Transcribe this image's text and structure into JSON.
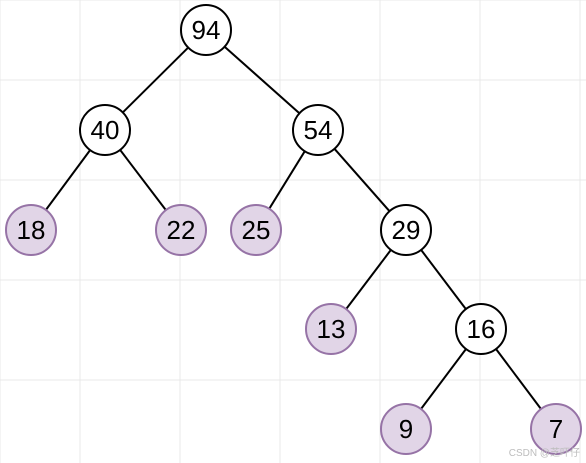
{
  "tree": {
    "colors": {
      "internal_fill": "#ffffff",
      "leaf_fill": "#e1d5e7",
      "internal_stroke": "#000000",
      "leaf_stroke": "#9673a6",
      "edge": "#000000",
      "grid": "#e8e8e8"
    },
    "nodes": [
      {
        "id": "n94",
        "label": "94",
        "kind": "internal"
      },
      {
        "id": "n40",
        "label": "40",
        "kind": "internal"
      },
      {
        "id": "n54",
        "label": "54",
        "kind": "internal"
      },
      {
        "id": "n18",
        "label": "18",
        "kind": "leaf"
      },
      {
        "id": "n22",
        "label": "22",
        "kind": "leaf"
      },
      {
        "id": "n25",
        "label": "25",
        "kind": "leaf"
      },
      {
        "id": "n29",
        "label": "29",
        "kind": "internal"
      },
      {
        "id": "n13",
        "label": "13",
        "kind": "leaf"
      },
      {
        "id": "n16",
        "label": "16",
        "kind": "internal"
      },
      {
        "id": "n9",
        "label": "9",
        "kind": "leaf"
      },
      {
        "id": "n7",
        "label": "7",
        "kind": "leaf"
      }
    ],
    "edges": [
      {
        "from": "n94",
        "to": "n40"
      },
      {
        "from": "n94",
        "to": "n54"
      },
      {
        "from": "n40",
        "to": "n18"
      },
      {
        "from": "n40",
        "to": "n22"
      },
      {
        "from": "n54",
        "to": "n25"
      },
      {
        "from": "n54",
        "to": "n29"
      },
      {
        "from": "n29",
        "to": "n13"
      },
      {
        "from": "n29",
        "to": "n16"
      },
      {
        "from": "n16",
        "to": "n9"
      },
      {
        "from": "n16",
        "to": "n7"
      }
    ]
  },
  "watermark": {
    "text": "CSDN @芝吓仔"
  }
}
